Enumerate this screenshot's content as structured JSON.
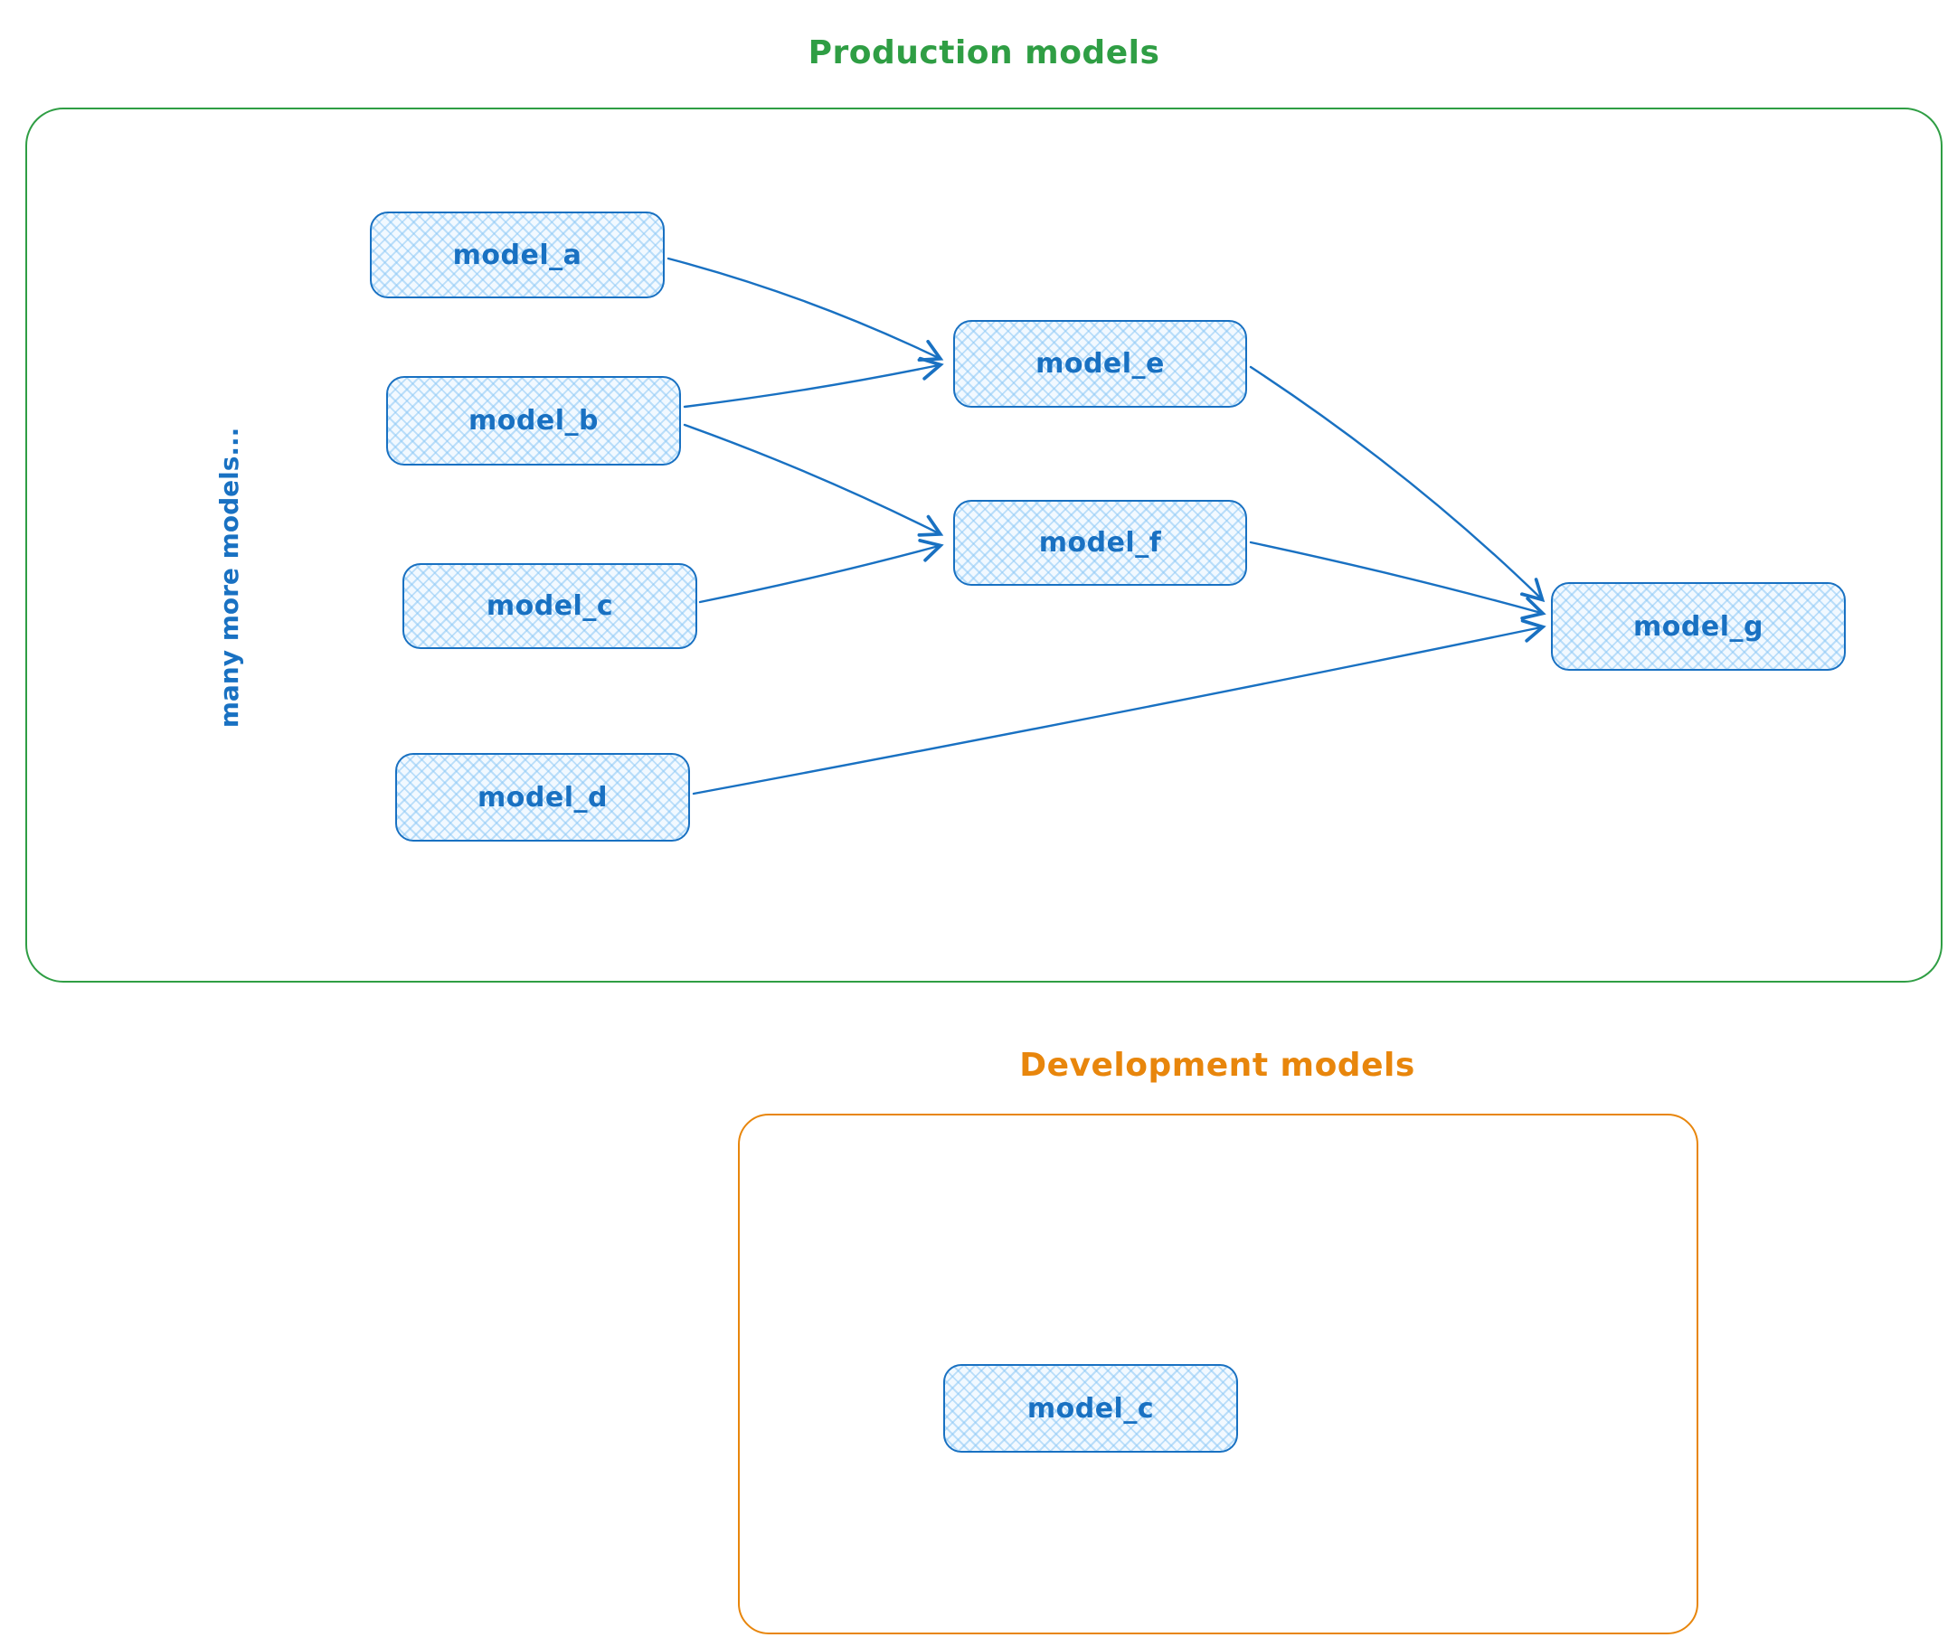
{
  "production": {
    "title": "Production models",
    "side_label": "many more models...",
    "nodes": {
      "model_a": {
        "label": "model_a"
      },
      "model_b": {
        "label": "model_b"
      },
      "model_c": {
        "label": "model_c"
      },
      "model_d": {
        "label": "model_d"
      },
      "model_e": {
        "label": "model_e"
      },
      "model_f": {
        "label": "model_f"
      },
      "model_g": {
        "label": "model_g"
      }
    }
  },
  "development": {
    "title": "Development models",
    "nodes": {
      "model_c": {
        "label": "model_c"
      }
    }
  },
  "edges": [
    {
      "from": "model_a",
      "to": "model_e"
    },
    {
      "from": "model_b",
      "to": "model_e"
    },
    {
      "from": "model_b",
      "to": "model_f"
    },
    {
      "from": "model_c",
      "to": "model_f"
    },
    {
      "from": "model_e",
      "to": "model_g"
    },
    {
      "from": "model_f",
      "to": "model_g"
    },
    {
      "from": "model_d",
      "to": "model_g"
    }
  ],
  "colors": {
    "production_border": "#2f9e44",
    "production_title": "#2f9e44",
    "development_border": "#e8860c",
    "development_title": "#e8860c",
    "node_stroke": "#1971c2",
    "node_fill": "#a5d8ff",
    "arrow": "#1971c2"
  }
}
